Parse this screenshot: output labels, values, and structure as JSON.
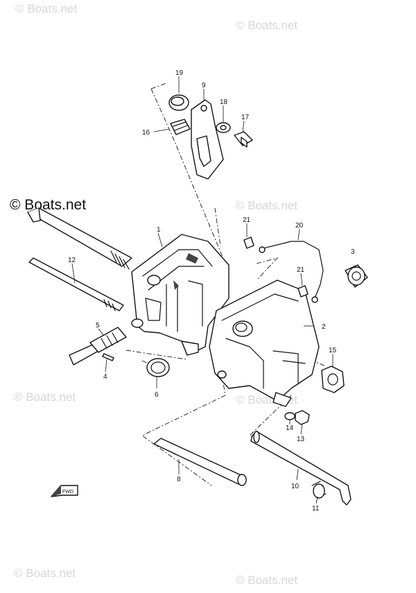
{
  "watermarks": [
    "© Boats.net",
    "© Boats.net",
    "© Boats.net",
    "© Boats.net",
    "© Boats.net",
    "© Boats.net",
    "© Boats.net"
  ],
  "watermark_dark": "© Boats.net",
  "fwd_label": "FWD",
  "callouts": [
    "19",
    "9",
    "18",
    "17",
    "16",
    "21",
    "20",
    "1",
    "3",
    "12",
    "21",
    "2",
    "5",
    "15",
    "4",
    "6",
    "14",
    "13",
    "8",
    "10",
    "11"
  ]
}
